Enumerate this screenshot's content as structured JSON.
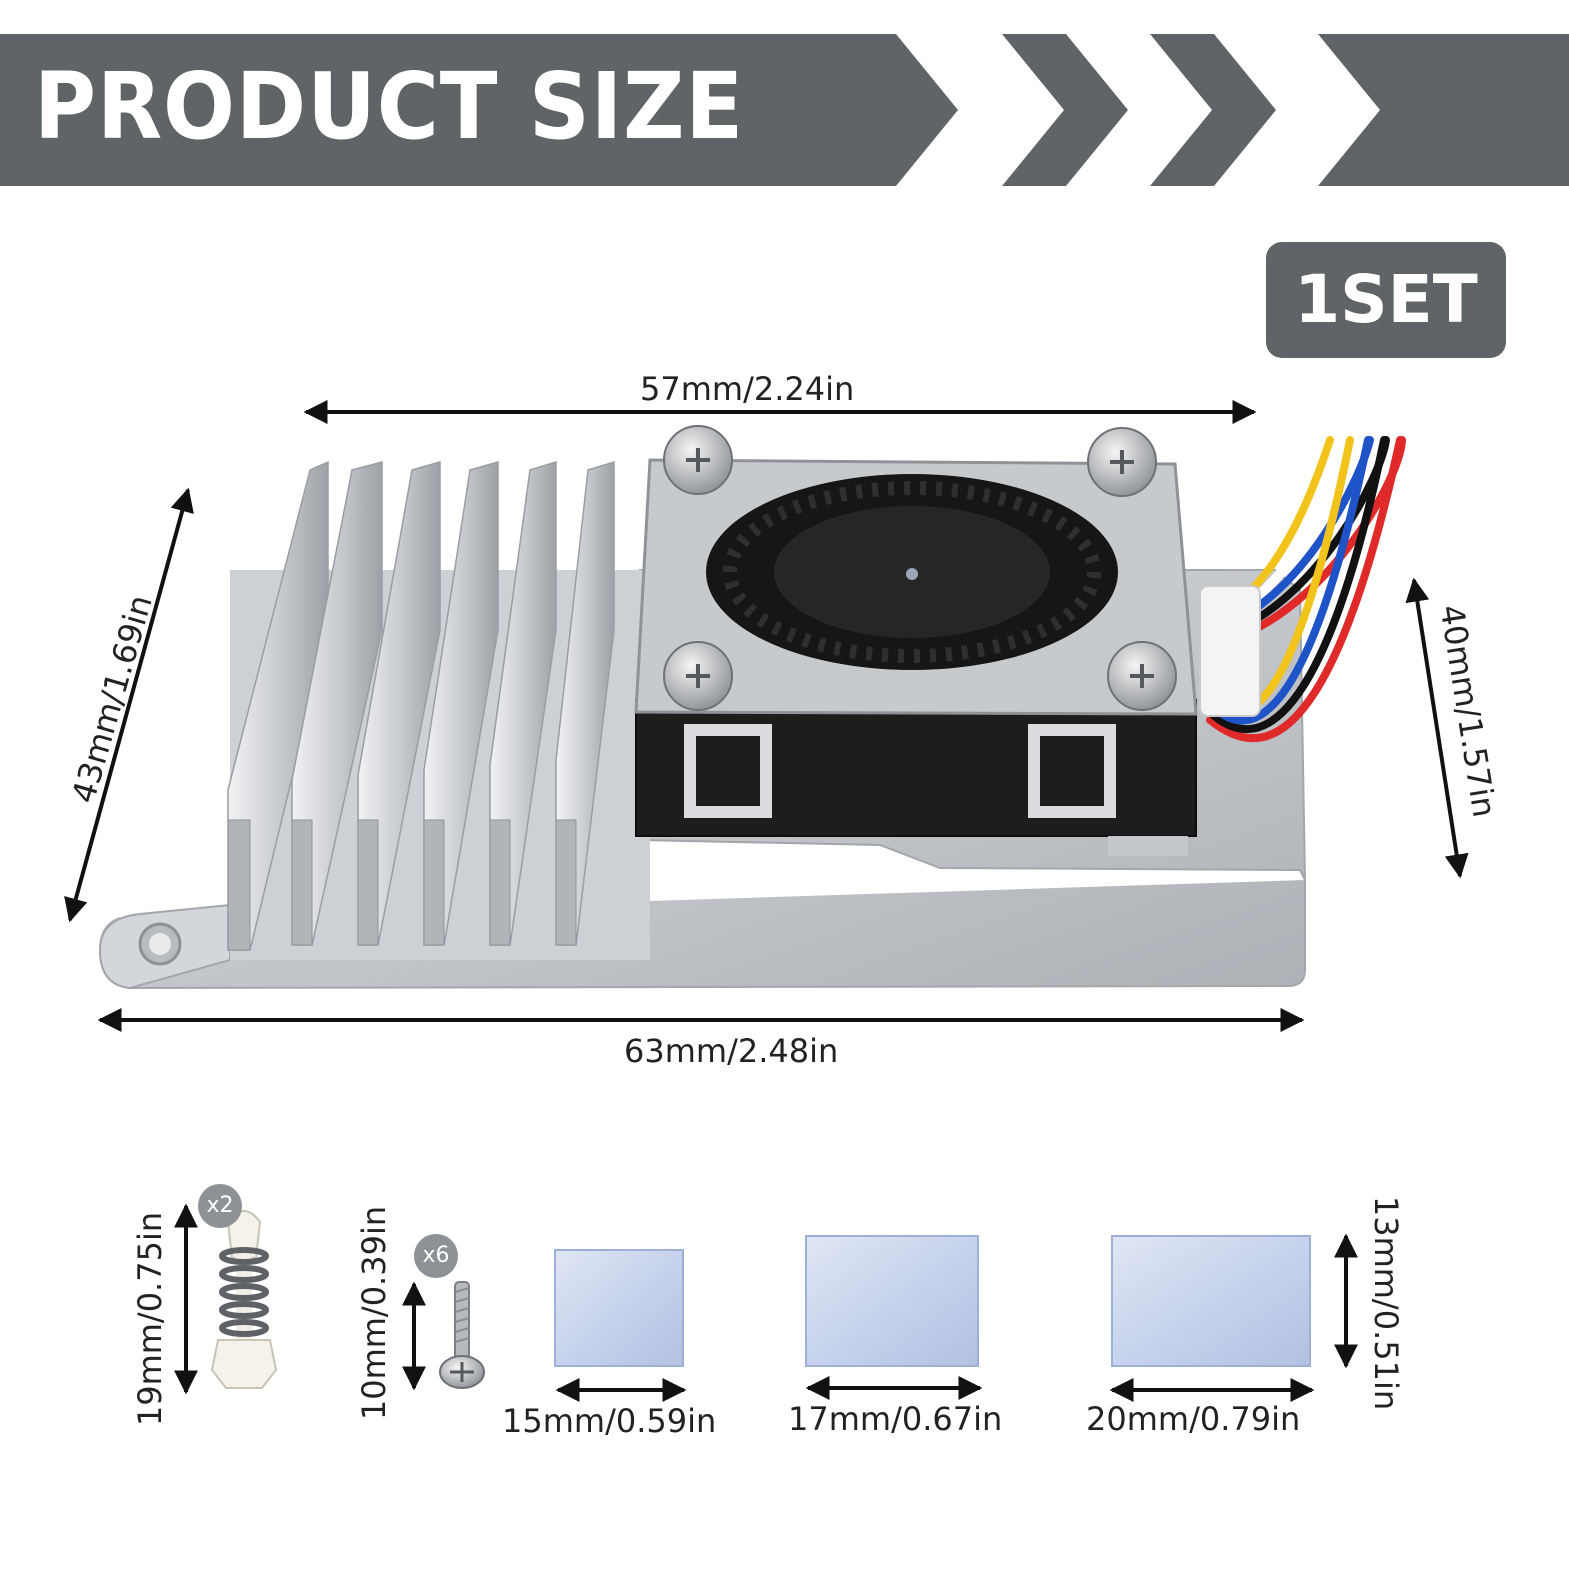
{
  "header": {
    "title": "PRODUCT SIZE"
  },
  "badge": {
    "label": "1SET"
  },
  "main_dimensions": {
    "top_width": "57mm/2.24in",
    "left_height": "43mm/1.69in",
    "right_height": "40mm/1.57in",
    "bottom_width": "63mm/2.48in"
  },
  "accessories": {
    "spring_screw": {
      "size": "19mm/0.75in",
      "count": "x2"
    },
    "screw": {
      "size": "10mm/0.39in",
      "count": "x6"
    },
    "pad_small": {
      "width": "15mm/0.59in"
    },
    "pad_medium": {
      "width": "17mm/0.67in"
    },
    "pad_large": {
      "width": "20mm/0.79in",
      "height": "13mm/0.51in"
    }
  },
  "colors": {
    "banner": "#5f6467",
    "aluminum": "#c9ccd0",
    "fan_body": "#1b1b1b",
    "thermal_pad": "#c9d6ee"
  }
}
